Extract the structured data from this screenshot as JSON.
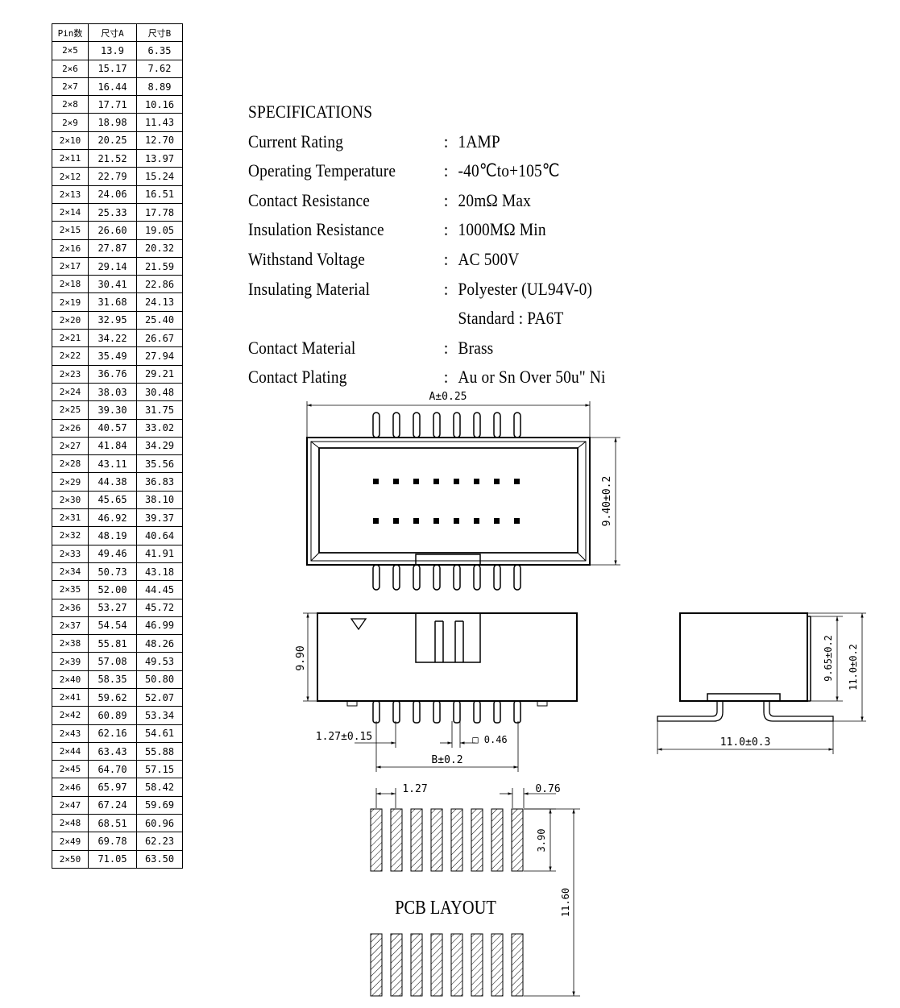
{
  "table": {
    "headers": [
      "Pin数",
      "尺寸A",
      "尺寸B"
    ],
    "rows": [
      [
        "2×5",
        "13.9",
        "6.35"
      ],
      [
        "2×6",
        "15.17",
        "7.62"
      ],
      [
        "2×7",
        "16.44",
        "8.89"
      ],
      [
        "2×8",
        "17.71",
        "10.16"
      ],
      [
        "2×9",
        "18.98",
        "11.43"
      ],
      [
        "2×10",
        "20.25",
        "12.70"
      ],
      [
        "2×11",
        "21.52",
        "13.97"
      ],
      [
        "2×12",
        "22.79",
        "15.24"
      ],
      [
        "2×13",
        "24.06",
        "16.51"
      ],
      [
        "2×14",
        "25.33",
        "17.78"
      ],
      [
        "2×15",
        "26.60",
        "19.05"
      ],
      [
        "2×16",
        "27.87",
        "20.32"
      ],
      [
        "2×17",
        "29.14",
        "21.59"
      ],
      [
        "2×18",
        "30.41",
        "22.86"
      ],
      [
        "2×19",
        "31.68",
        "24.13"
      ],
      [
        "2×20",
        "32.95",
        "25.40"
      ],
      [
        "2×21",
        "34.22",
        "26.67"
      ],
      [
        "2×22",
        "35.49",
        "27.94"
      ],
      [
        "2×23",
        "36.76",
        "29.21"
      ],
      [
        "2×24",
        "38.03",
        "30.48"
      ],
      [
        "2×25",
        "39.30",
        "31.75"
      ],
      [
        "2×26",
        "40.57",
        "33.02"
      ],
      [
        "2×27",
        "41.84",
        "34.29"
      ],
      [
        "2×28",
        "43.11",
        "35.56"
      ],
      [
        "2×29",
        "44.38",
        "36.83"
      ],
      [
        "2×30",
        "45.65",
        "38.10"
      ],
      [
        "2×31",
        "46.92",
        "39.37"
      ],
      [
        "2×32",
        "48.19",
        "40.64"
      ],
      [
        "2×33",
        "49.46",
        "41.91"
      ],
      [
        "2×34",
        "50.73",
        "43.18"
      ],
      [
        "2×35",
        "52.00",
        "44.45"
      ],
      [
        "2×36",
        "53.27",
        "45.72"
      ],
      [
        "2×37",
        "54.54",
        "46.99"
      ],
      [
        "2×38",
        "55.81",
        "48.26"
      ],
      [
        "2×39",
        "57.08",
        "49.53"
      ],
      [
        "2×40",
        "58.35",
        "50.80"
      ],
      [
        "2×41",
        "59.62",
        "52.07"
      ],
      [
        "2×42",
        "60.89",
        "53.34"
      ],
      [
        "2×43",
        "62.16",
        "54.61"
      ],
      [
        "2×44",
        "63.43",
        "55.88"
      ],
      [
        "2×45",
        "64.70",
        "57.15"
      ],
      [
        "2×46",
        "65.97",
        "58.42"
      ],
      [
        "2×47",
        "67.24",
        "59.69"
      ],
      [
        "2×48",
        "68.51",
        "60.96"
      ],
      [
        "2×49",
        "69.78",
        "62.23"
      ],
      [
        "2×50",
        "71.05",
        "63.50"
      ]
    ]
  },
  "specs": {
    "title": "SPECIFICATIONS",
    "items": [
      {
        "label": "Current Rating",
        "value": "1AMP"
      },
      {
        "label": "Operating Temperature",
        "value": "-40℃to+105℃"
      },
      {
        "label": "Contact Resistance",
        "value": "20mΩ Max"
      },
      {
        "label": "Insulation Resistance",
        "value": "1000MΩ Min"
      },
      {
        "label": "Withstand Voltage",
        "value": "AC 500V"
      },
      {
        "label": "Insulating Material",
        "value": "Polyester (UL94V-0)"
      },
      {
        "label": "",
        "value": "Standard : PA6T"
      },
      {
        "label": "Contact Material",
        "value": "Brass"
      },
      {
        "label": "Contact Plating",
        "value": "Au or Sn Over 50u\" Ni"
      }
    ]
  },
  "dims": {
    "top_width": "A±0.25",
    "top_height": "9.40±0.2",
    "front_height": "9.90",
    "pitch": "1.27±0.15",
    "pin_size": "□ 0.46",
    "span_b": "B±0.2",
    "side_height_a": "9.65±0.2",
    "side_height_b": "11.0±0.2",
    "side_width": "11.0±0.3",
    "pcb_pitch": "1.27",
    "pad_width": "0.76",
    "pad_length": "3.90",
    "pcb_span": "11.60",
    "pcb_title": "PCB LAYOUT"
  }
}
